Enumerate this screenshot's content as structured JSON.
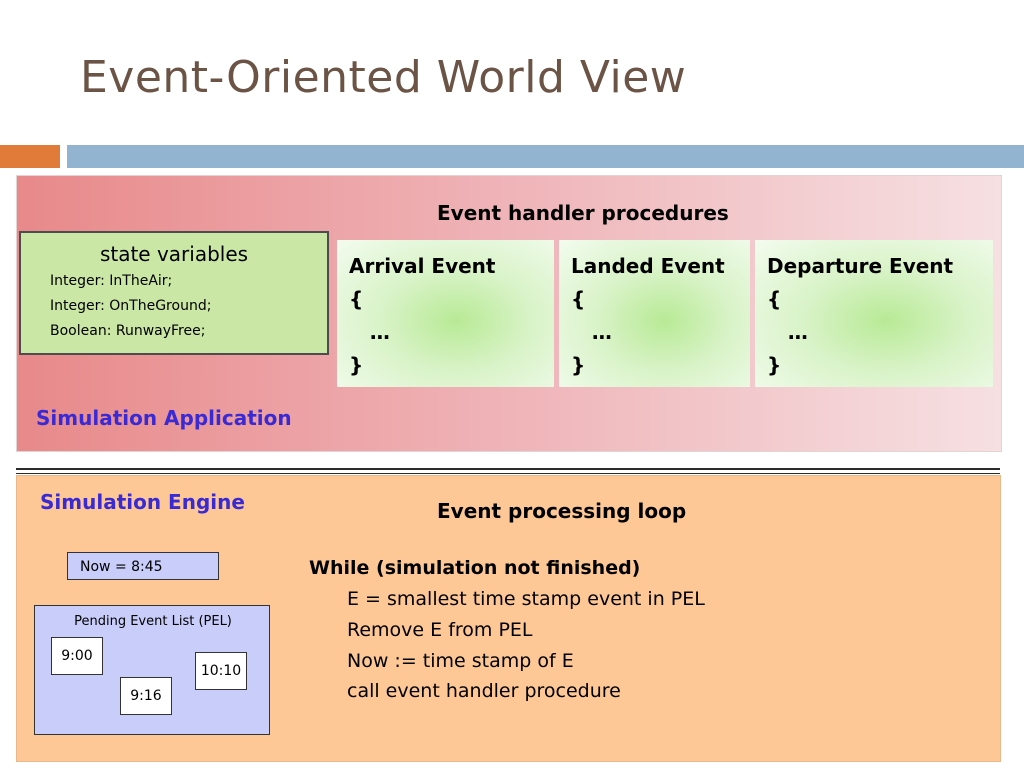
{
  "slide": {
    "title": "Event-Oriented World View"
  },
  "application": {
    "handlers_title": "Event handler procedures",
    "state": {
      "title": "state variables",
      "lines": [
        "Integer: InTheAir;",
        "Integer: OnTheGround;",
        "Boolean: RunwayFree;"
      ]
    },
    "handlers": [
      {
        "name": "Arrival Event",
        "body": "{\n   …\n}"
      },
      {
        "name": "Landed Event",
        "body": "{\n   …\n}"
      },
      {
        "name": "Departure Event",
        "body": "{\n   …\n}"
      }
    ],
    "label": "Simulation Application"
  },
  "engine": {
    "label": "Simulation Engine",
    "loop_title": "Event processing loop",
    "now": "Now = 8:45",
    "pel": {
      "title": "Pending Event List (PEL)",
      "events": [
        "9:00",
        "9:16",
        "10:10"
      ]
    },
    "loop": [
      "While (simulation not finished)",
      "E = smallest time stamp event in PEL",
      "Remove E from PEL",
      "Now := time stamp of E",
      "call event handler procedure"
    ]
  },
  "colors": {
    "title": "#6b5446",
    "accent_orange": "#e07b39",
    "accent_blue": "#93b4d1",
    "label_blue": "#3a2ad6",
    "engine_bg": "#fdc896",
    "state_bg": "#cbe7a6",
    "pel_bg": "#c8cdfa"
  }
}
